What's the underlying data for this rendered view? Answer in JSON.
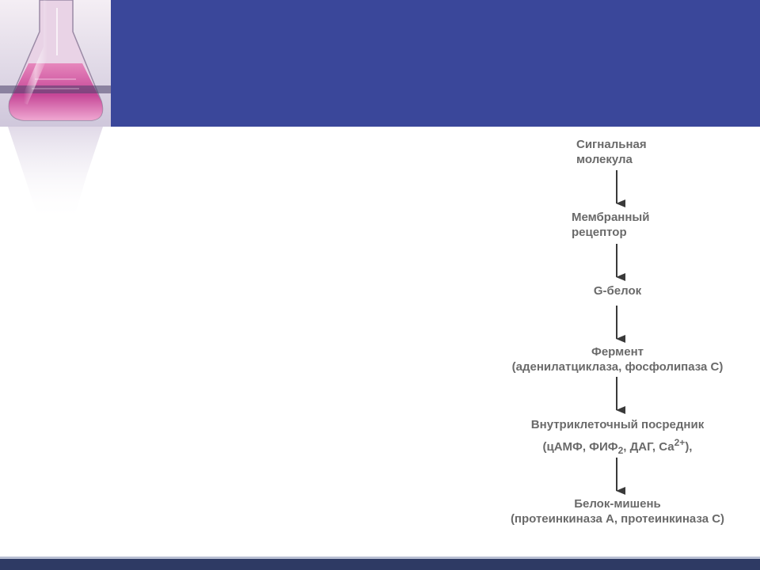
{
  "flowchart": {
    "steps": [
      {
        "lines": [
          "Сигнальная",
          "молекула"
        ]
      },
      {
        "lines": [
          "Мембранный",
          "рецептор"
        ]
      },
      {
        "lines": [
          "G-белок"
        ]
      },
      {
        "lines": [
          "Фермент",
          "(аденилатциклаза, фосфолипаза С)"
        ]
      },
      {
        "lines": [
          "Внутриклеточный посредник"
        ],
        "messenger_line": {
          "a": "(цАМФ, ФИФ",
          "sub": "2",
          "b": ", ДАГ, Са",
          "sup": "2+",
          "c": "),"
        }
      },
      {
        "lines": [
          "Белок-мишень",
          "(протеинкиназа А, протеинкиназа С)"
        ]
      }
    ]
  },
  "colors": {
    "header": "#3a479a",
    "footer": "#2e3a64",
    "text": "#6a6a6a",
    "arrow": "#3a3a3a"
  }
}
